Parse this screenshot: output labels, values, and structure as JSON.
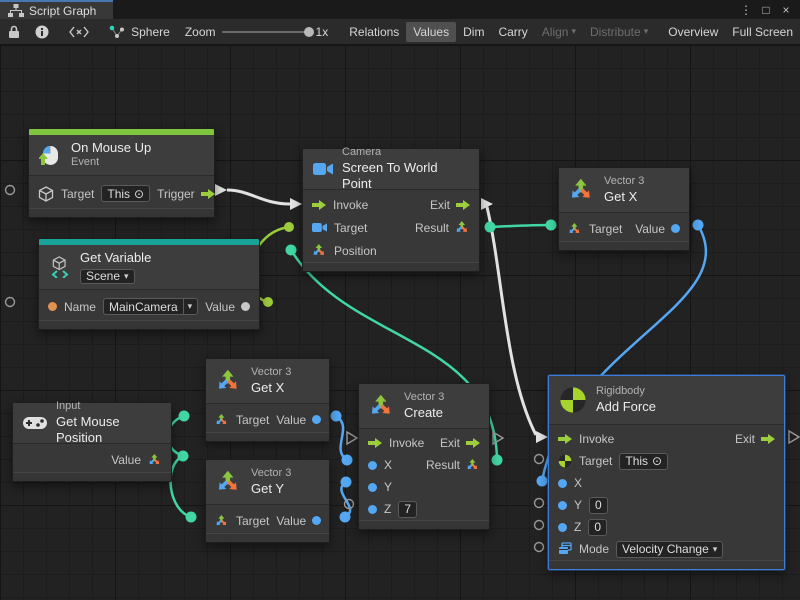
{
  "tab_bar": {
    "title": "Script Graph",
    "menu": "⋮",
    "maximize": "□",
    "close": "×"
  },
  "toolbar": {
    "breadcrumb": "Sphere",
    "zoom_label": "Zoom",
    "zoom_value": "1x",
    "buttons": [
      {
        "label": "Relations",
        "state": "normal"
      },
      {
        "label": "Values",
        "state": "active"
      },
      {
        "label": "Dim",
        "state": "normal"
      },
      {
        "label": "Carry",
        "state": "normal"
      },
      {
        "label": "Align",
        "state": "disabled",
        "has_caret": true
      },
      {
        "label": "Distribute",
        "state": "disabled",
        "has_caret": true
      },
      {
        "label": "Overview",
        "state": "normal"
      },
      {
        "label": "Full Screen",
        "state": "normal"
      }
    ]
  },
  "glyphs": {
    "caret": "▾",
    "target_picker": "⊙"
  },
  "nodes": {
    "on_mouse_up": {
      "title": "On Mouse Up",
      "subtitle": "Event",
      "target": "Target",
      "target_value": "This",
      "trigger": "Trigger"
    },
    "get_variable": {
      "title": "Get Variable",
      "scope": "Scene",
      "name": "Name",
      "name_value": "MainCamera",
      "value": "Value"
    },
    "camera": {
      "category": "Camera",
      "title": "Screen To World Point",
      "invoke": "Invoke",
      "exit": "Exit",
      "target": "Target",
      "result": "Result",
      "position": "Position"
    },
    "get_x_top": {
      "category": "Vector 3",
      "title": "Get X",
      "target": "Target",
      "value": "Value"
    },
    "get_x_mid": {
      "category": "Vector 3",
      "title": "Get X",
      "target": "Target",
      "value": "Value"
    },
    "get_y": {
      "category": "Vector 3",
      "title": "Get Y",
      "target": "Target",
      "value": "Value"
    },
    "get_mouse_position": {
      "category": "Input",
      "title": "Get Mouse Position",
      "value": "Value"
    },
    "create": {
      "category": "Vector 3",
      "title": "Create",
      "invoke": "Invoke",
      "exit": "Exit",
      "x": "X",
      "y": "Y",
      "z": "Z",
      "z_value": "7",
      "result": "Result"
    },
    "add_force": {
      "category": "Rigidbody",
      "title": "Add Force",
      "invoke": "Invoke",
      "exit": "Exit",
      "target": "Target",
      "target_value": "This",
      "x": "X",
      "y": "Y",
      "y_value": "0",
      "z": "Z",
      "z_value": "0",
      "mode": "Mode",
      "mode_value": "Velocity Change"
    }
  },
  "connections": [
    {
      "from": "On Mouse Up.Trigger",
      "to": "Screen To World Point.Invoke",
      "type": "flow"
    },
    {
      "from": "Get Variable.Value",
      "to": "Screen To World Point.Target",
      "type": "object"
    },
    {
      "from": "Vector 3 Create.Result",
      "to": "Screen To World Point.Position",
      "type": "vector3"
    },
    {
      "from": "Screen To World Point.Exit",
      "to": "Add Force.Invoke",
      "type": "flow"
    },
    {
      "from": "Screen To World Point.Result",
      "to": "Vector 3 Get X (top).Target",
      "type": "vector3"
    },
    {
      "from": "Vector 3 Get X (top).Value",
      "to": "Add Force.X",
      "type": "float"
    },
    {
      "from": "Get Mouse Position.Value",
      "to": "Vector 3 Get X.Target",
      "type": "vector3"
    },
    {
      "from": "Get Mouse Position.Value",
      "to": "Vector 3 Get Y.Target",
      "type": "vector3"
    },
    {
      "from": "Vector 3 Get X.Value",
      "to": "Vector 3 Create.X",
      "type": "float"
    },
    {
      "from": "Vector 3 Get Y.Value",
      "to": "Vector 3 Create.Y",
      "type": "float"
    }
  ],
  "colors": {
    "event_green": "#7FC63E",
    "variable_teal": "#17A398",
    "selection_blue": "#3D7EDB",
    "wire_flow": "#E2E2E2",
    "wire_object": "#9CCB3C",
    "wire_vector3": "#41D6A3",
    "wire_float": "#54A7F2",
    "port_blue": "#54A7F2",
    "port_orange": "#E0914F",
    "tab_accent": "#4878B0"
  }
}
